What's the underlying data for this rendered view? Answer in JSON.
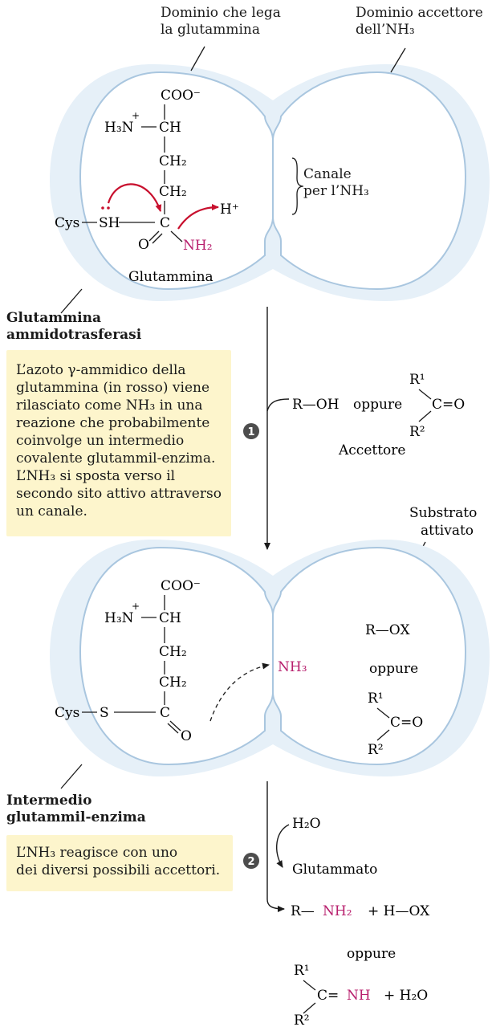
{
  "top_labels": {
    "glutamine_domain": [
      "Dominio che lega",
      "la glutammina"
    ],
    "acceptor_domain": [
      "Dominio accettore",
      "dell’NH₃"
    ]
  },
  "enzyme_labels": {
    "top": [
      "Glutammina",
      "ammidotrasferasi"
    ],
    "bottom": [
      "Intermedio",
      "glutammil-enzima"
    ]
  },
  "channel_label": [
    "Canale",
    "per l’NH₃"
  ],
  "molecule": {
    "coo": "COO⁻",
    "h3n": "H₃N",
    "plus": "+",
    "ch": "CH",
    "ch2": "CH₂",
    "cys": "Cys",
    "sh": "SH",
    "s": "S",
    "c": "C",
    "o": "O",
    "nh2": "NH₂",
    "hplus": "H⁺",
    "name": "Glutammina"
  },
  "notes": {
    "step1": [
      "L’azoto γ-ammidico della",
      "glutammina (in rosso) viene",
      "rilasciato come NH₃ in una",
      "reazione che probabilmente",
      "coinvolge un intermedio",
      "covalente glutammil-enzima.",
      "L’NH₃ si sposta verso il",
      "secondo sito attivo attraverso",
      "un canale."
    ],
    "step2": [
      "L’NH₃ reagisce con uno",
      "dei diversi possibili accettori."
    ]
  },
  "steps": {
    "one": "1",
    "two": "2"
  },
  "acceptor": {
    "roh": "R—OH",
    "oppure": "oppure",
    "r1": "R¹",
    "r2": "R²",
    "co": "C=O",
    "label": "Accettore"
  },
  "activated": {
    "label": [
      "Substrato",
      "attivato"
    ],
    "rox": "R—OX",
    "oppure": "oppure",
    "r1": "R¹",
    "r2": "R²",
    "co": "C=O"
  },
  "nh3": "NH₃",
  "products": {
    "h2o": "H₂O",
    "glutammato": "Glutammato",
    "r": "R—",
    "nh2": "NH₂",
    "plus_hox": "+  H—OX",
    "oppure": "oppure",
    "r1": "R¹",
    "r2": "R²",
    "c_eq": "C=",
    "nh": "NH",
    "plus_h2o": "+  H₂O"
  },
  "colors": {
    "domain_fill": "#e1edf7",
    "domain_stroke": "#a9c6df",
    "note_bg": "#fdf5cc",
    "accent_red": "#c8102e",
    "magenta": "#b8206e",
    "step_badge": "#4d4d4d"
  }
}
